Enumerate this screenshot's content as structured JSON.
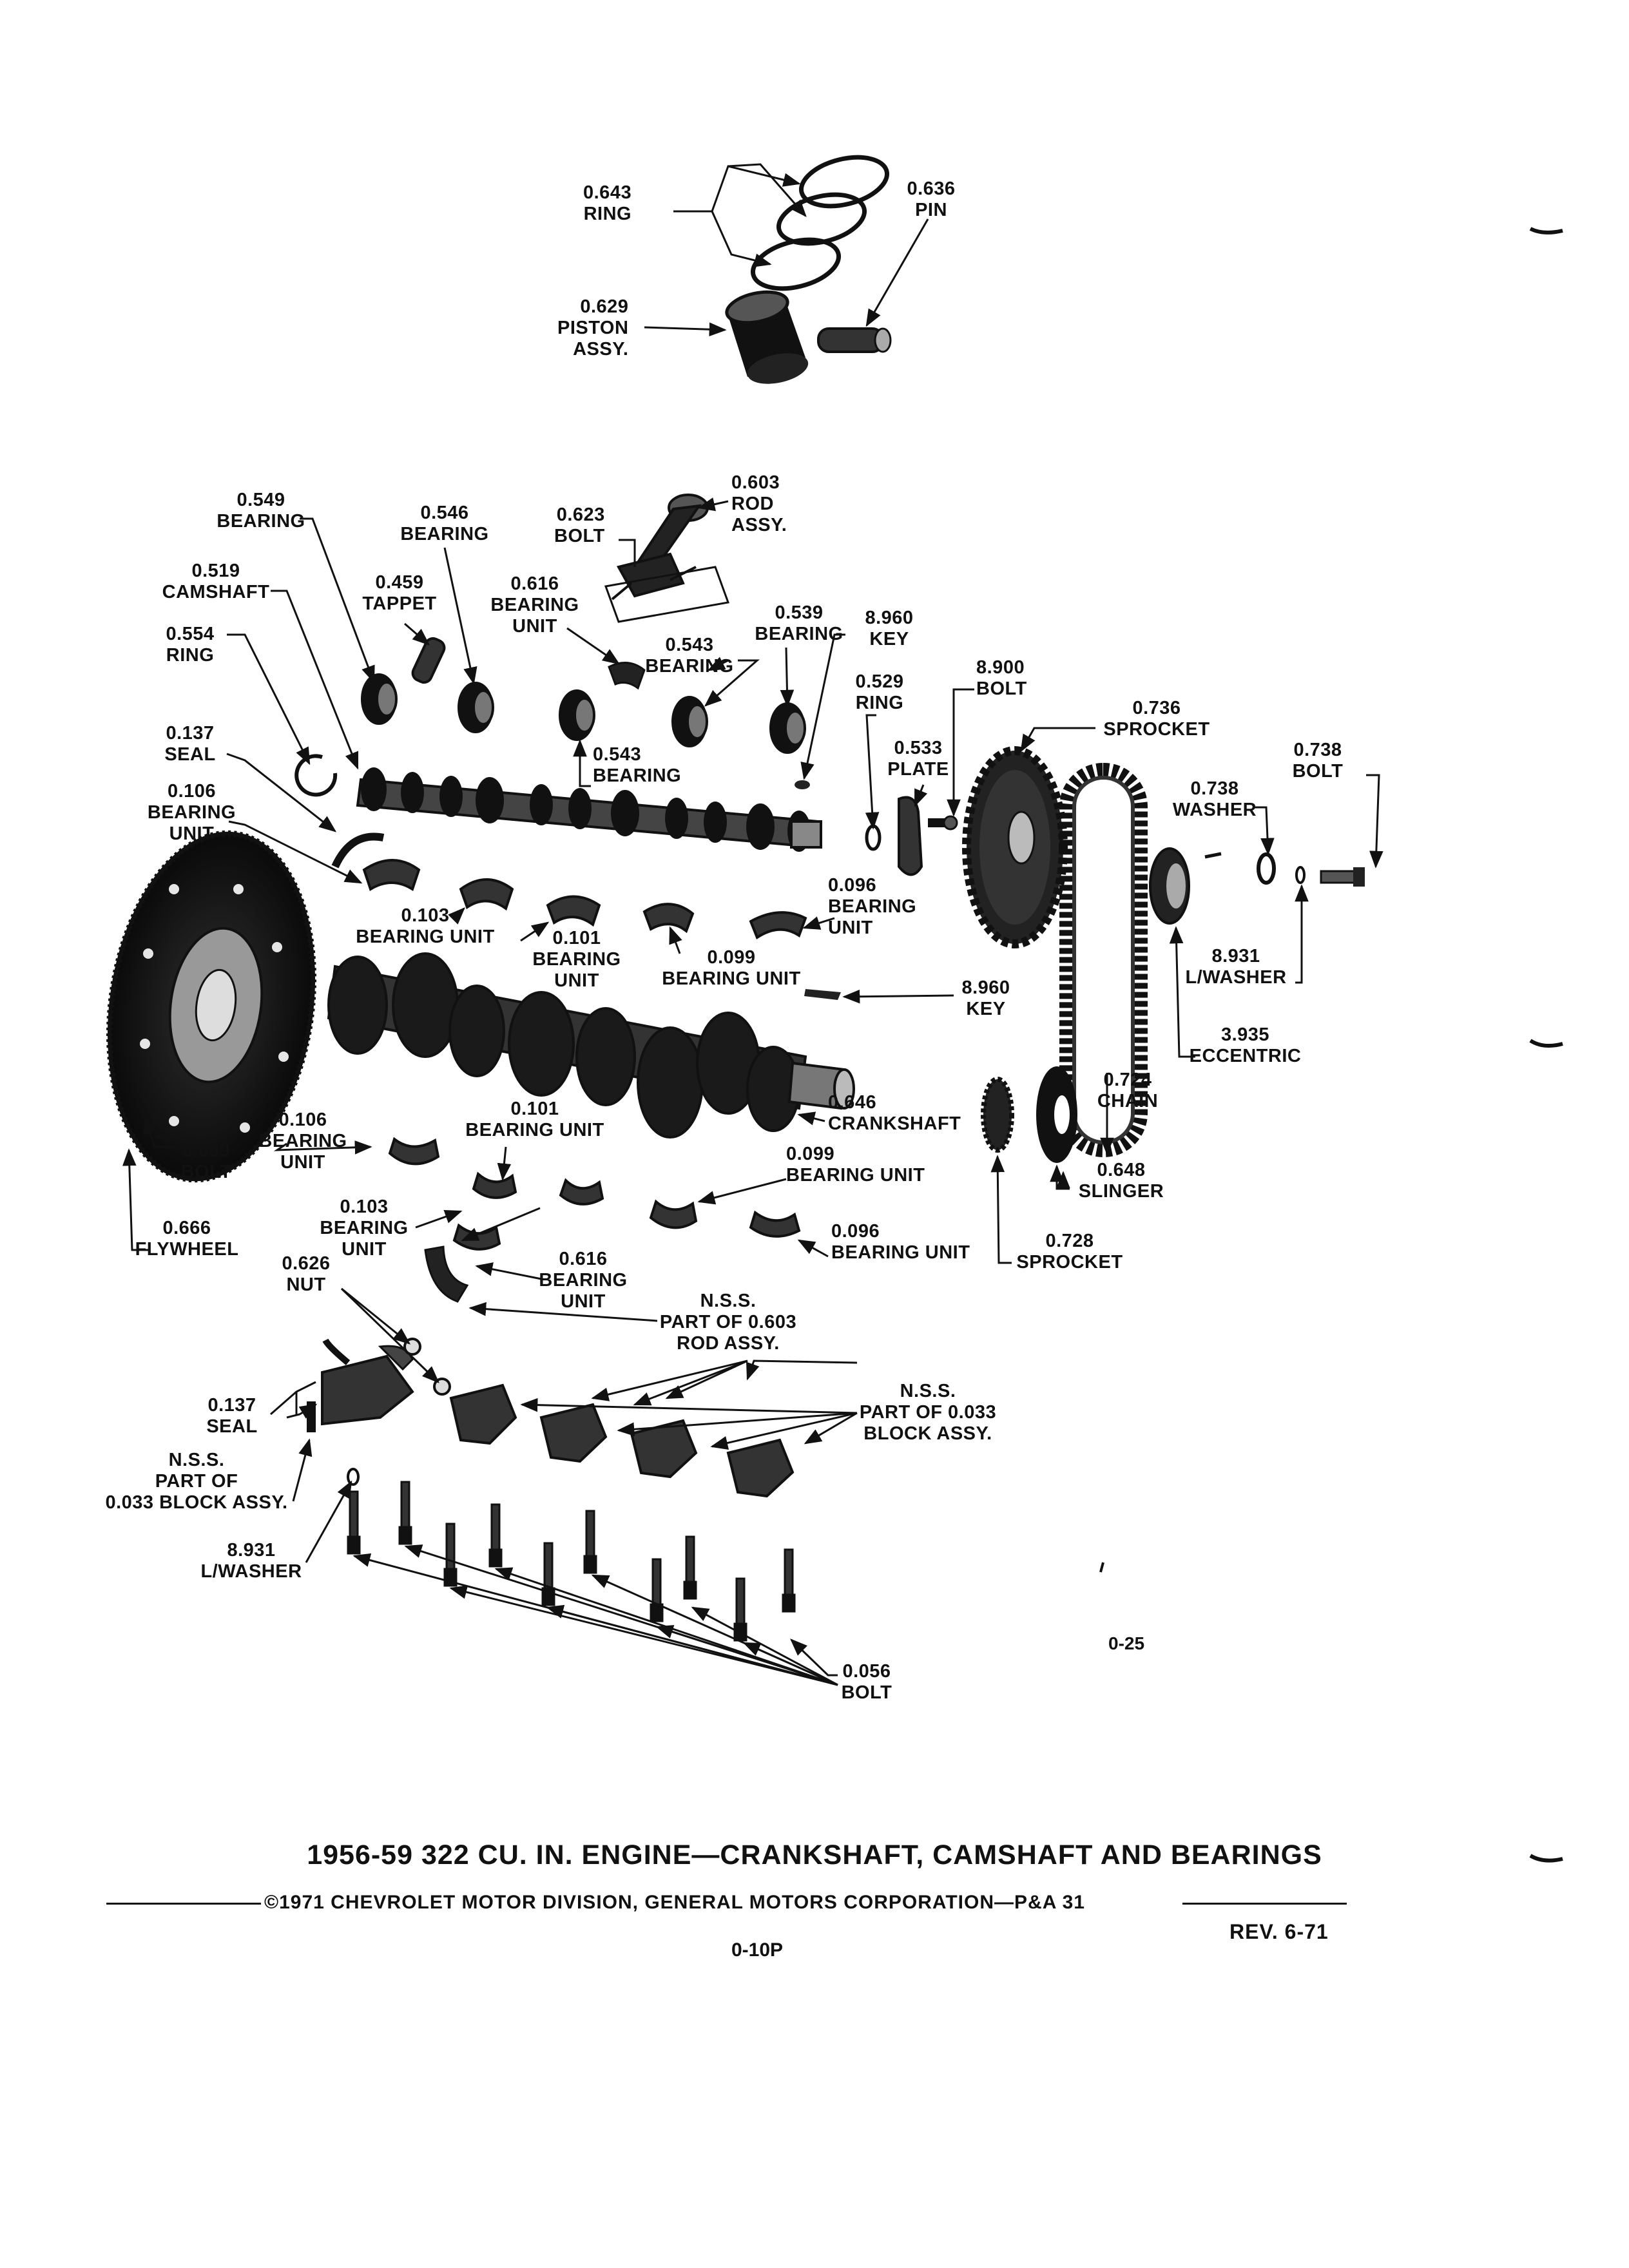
{
  "title": "1956-59 322 CU. IN. ENGINE—CRANKSHAFT, CAMSHAFT AND BEARINGS",
  "copyright": "©1971 CHEVROLET MOTOR DIVISION, GENERAL MOTORS CORPORATION—P&A 31",
  "revision": "REV. 6-71",
  "page_number": "0-10P",
  "figure_code": "0-25",
  "labels": {
    "ring_0643": "0.643\nRING",
    "pin_0636": "0.636\nPIN",
    "piston_0629": "0.629\nPISTON\nASSY.",
    "rod_0603": "0.603\nROD\nASSY.",
    "bolt_0623": "0.623\nBOLT",
    "bearing_0549": "0.549\nBEARING",
    "bearing_0546": "0.546\nBEARING",
    "camshaft_0519": "0.519\nCAMSHAFT",
    "tappet_0459": "0.459\nTAPPET",
    "bearing_unit_0616_top": "0.616\nBEARING\nUNIT",
    "ring_0554": "0.554\nRING",
    "bearing_0543_top": "0.543\nBEARING",
    "bearing_0539": "0.539\nBEARING",
    "key_8960_top": "8.960\nKEY",
    "ring_0529": "0.529\nRING",
    "bolt_8900": "8.900\nBOLT",
    "plate_0533": "0.533\nPLATE",
    "sprocket_0736": "0.736\nSPROCKET",
    "bolt_0738": "0.738\nBOLT",
    "washer_0738": "0.738\nWASHER",
    "seal_0137_top": "0.137\nSEAL",
    "bearing_0543_low": "0.543\nBEARING",
    "bearing_unit_0106_top": "0.106\nBEARING\nUNIT",
    "bearing_unit_0103_top": "0.103\nBEARING UNIT",
    "bearing_unit_0101_top": "0.101\nBEARING\nUNIT",
    "bearing_unit_0099_top": "0.099\nBEARING UNIT",
    "bearing_unit_0096_top": "0.096\nBEARING\nUNIT",
    "key_8960_low": "8.960\nKEY",
    "lwasher_8931_right": "8.931\nL/WASHER",
    "eccentric_3935": "3.935\nECCENTRIC",
    "chain_0724": "0.724\nCHAIN",
    "crankshaft_0646": "0.646\nCRANKSHAFT",
    "bearing_unit_0106_low": "0.106\nBEARING\nUNIT",
    "bearing_unit_0101_low": "0.101\nBEARING UNIT",
    "bolt_0669": "0.669\nBOLT",
    "bearing_unit_0099_low": "0.099\nBEARING UNIT",
    "slinger_0648": "0.648\nSLINGER",
    "bearing_unit_0103_low": "0.103\nBEARING\nUNIT",
    "flywheel_0666": "0.666\nFLYWHEEL",
    "bearing_unit_0096_low": "0.096\nBEARING UNIT",
    "sprocket_0728": "0.728\nSPROCKET",
    "nut_0626": "0.626\nNUT",
    "bearing_unit_0616_low": "0.616\nBEARING\nUNIT",
    "nss_rod": "N.S.S.\nPART OF 0.603\nROD ASSY.",
    "nss_block_right": "N.S.S.\nPART OF 0.033\nBLOCK ASSY.",
    "seal_0137_low": "0.137\nSEAL",
    "nss_block_left": "N.S.S.\nPART OF\n0.033 BLOCK ASSY.",
    "lwasher_8931_left": "8.931\nL/WASHER",
    "bolt_0056": "0.056\nBOLT"
  }
}
